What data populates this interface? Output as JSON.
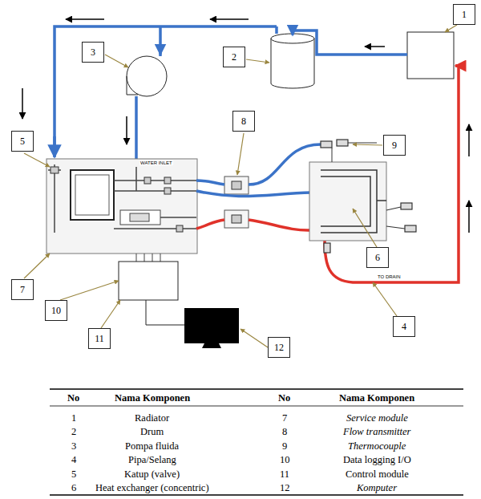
{
  "diagram": {
    "nodes": [
      {
        "text": [
          "1"
        ]
      },
      {
        "text": [
          "2"
        ]
      },
      {
        "text": [
          "3"
        ]
      },
      {
        "text": [
          "4"
        ]
      },
      {
        "text": [
          "5"
        ]
      },
      {
        "text": [
          "6"
        ]
      },
      {
        "text": [
          "7"
        ]
      },
      {
        "text": [
          "8"
        ]
      },
      {
        "text": [
          "9"
        ]
      },
      {
        "text": [
          "10"
        ]
      },
      {
        "text": [
          "11"
        ]
      },
      {
        "text": [
          "12"
        ]
      }
    ],
    "labels": [
      "WATER INLET",
      "TO DRAIN",
      "No",
      "Nama Komponen",
      "No",
      "Nama Komponen",
      "1",
      "Radiator",
      "7",
      "Service module",
      "2",
      "Drum",
      "8",
      "Flow transmitter",
      "3",
      "Pompa fluida",
      "9",
      "Thermocouple",
      "4",
      "Pipa/Selang",
      "10",
      "Data logging I/O",
      "5",
      "Katup (valve)",
      "11",
      "Control module",
      "6",
      "Heat exchanger (concentric)",
      "12",
      "Komputer"
    ]
  }
}
